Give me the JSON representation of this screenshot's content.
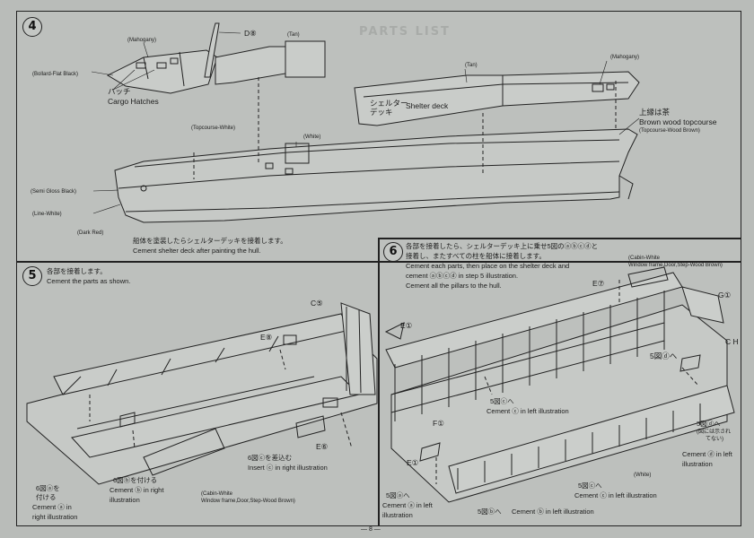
{
  "page": {
    "number": "— 8 —",
    "header_faint": "PARTS LIST"
  },
  "step4": {
    "number": "4",
    "callouts": {
      "d8": "D⑧",
      "tan_top": "(Tan)",
      "mahogany_left": "(Mahogany)",
      "bollard": "(Bollard-Flat Black)",
      "hatch_jp": "ハッチ",
      "hatch_en": "Cargo Hatches",
      "tan_mid": "(Tan)",
      "mahogany_right": "(Mahogany)",
      "shelter_jp": "シェルター\nデッキ",
      "shelter_en": "Shelter deck",
      "topcourse_jp": "上縁は茶",
      "topcourse_en": "Brown wood topcourse",
      "topcourse_brown": "(Topcourse-Wood Brown)",
      "topcourse_white": "(Topcourse-White)",
      "white": "(White)",
      "semi_gloss": "(Semi Gloss Black)",
      "line_white": "(Line-White)",
      "dark_red": "(Dark Red)"
    },
    "instruction_jp": "船体を塗装したらシェルターデッキを接着します。",
    "instruction_en": "Cement shelter deck after painting the hull."
  },
  "step5": {
    "number": "5",
    "instruction_jp": "各部を接着します。",
    "instruction_en": "Cement the parts as shown.",
    "callouts": {
      "c5": "C⑤",
      "e8": "E⑧",
      "e6": "E⑥",
      "insert_jp": "6図ⓒを差込む",
      "insert_en": "Insert ⓒ in right illustration",
      "b_jp": "6図ⓑを付ける",
      "b_en1": "Cement ⓑ in right",
      "b_en2": "illustration",
      "a_jp1": "6図ⓐを",
      "a_jp2": "付ける",
      "a_en1": "Cement ⓐ in",
      "a_en2": "right illustration",
      "cabin_en1": "(Cabin-White",
      "cabin_en2": "Window frame,Door,Step-Wood Brown)"
    }
  },
  "step6": {
    "number": "6",
    "instruction_jp1": "各部を接着したら、シェルターデッキ上に乗せ5図のⓐⓑⓒⓓと",
    "instruction_jp2": "接着し、またすべての柱を船体に接着します。",
    "instruction_en1": "Cement each parts, then place on the shelter deck and",
    "instruction_en2": "cement ⓐⓑⓒⓓ in step 5 illustration.",
    "instruction_en3": "Cement all the pillars to the hull.",
    "callouts": {
      "cabin_en1": "(Cabin-White",
      "cabin_en2": "Window frame,Door,Step-Wood Brown)",
      "e_top": "E⑦",
      "g": "G①",
      "e_left": "E①",
      "c_h": "C H",
      "c_jp": "5図ⓒへ",
      "c_en": "Cement ⓒ in left illustration",
      "d_jp": "5図ⓓへ",
      "f": "F①",
      "d_jp2": "5図ⓓへ",
      "d_note1": "(図には示され",
      "d_note2": "てない)",
      "d_en1": "Cement ⓓ in left",
      "d_en2": "illustration",
      "white": "(White)",
      "e_bottom": "E①",
      "a_jp": "5図ⓐへ",
      "a_en1": "Cement ⓐ in left",
      "a_en2": "illustration",
      "c2_jp": "5図ⓒへ",
      "c2_en": "Cement ⓒ in left illustration",
      "b_jp": "5図ⓑへ",
      "b_en": "Cement ⓑ in left illustration"
    }
  }
}
